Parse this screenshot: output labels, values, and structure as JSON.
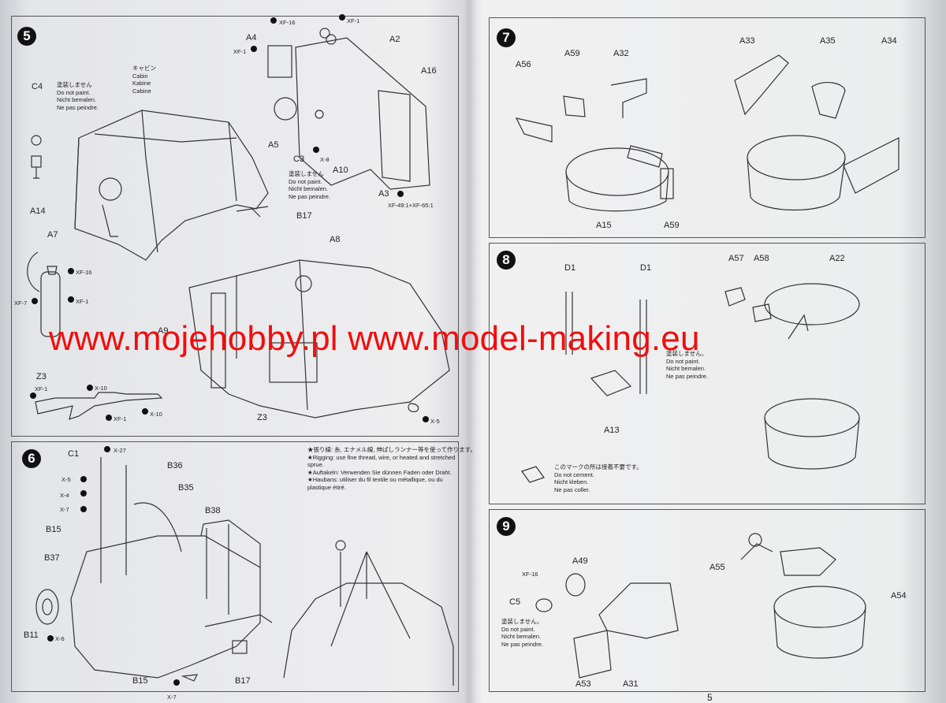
{
  "watermark": "www.mojehobby.pl www.model-making.eu",
  "page_number": "5",
  "steps": {
    "s5": {
      "num": "5"
    },
    "s6": {
      "num": "6"
    },
    "s7": {
      "num": "7"
    },
    "s8": {
      "num": "8"
    },
    "s9": {
      "num": "9"
    }
  },
  "paint_note": {
    "jp": "塗装しません",
    "en": "Do not paint.",
    "de": "Nicht bemalen.",
    "fr": "Ne pas peindre."
  },
  "paint_note_alt": {
    "jp": "塗装しません。"
  },
  "cabin_note": {
    "jp": "キャビン",
    "en": "Cabin",
    "de": "Kabine",
    "fr": "Cabine"
  },
  "rigging_note": {
    "jp1": "★張り線: 糸, エナメル線, 伸ばしランナー等を使って作ります。",
    "en1": "★Rigging: use fine thread, wire, or heated and stretched",
    "en2": "sprue.",
    "de1": "★Auftakeln: Verwenden Sie dünnen Faden oder Draht.",
    "fr1": "★Haubans: utiliser du fil textile ou métallique, ou du",
    "fr2": "plastique étiré."
  },
  "cement_note": {
    "jp": "このマークの所は接着不要です。",
    "en": "Do not cement.",
    "de": "Nicht kleben.",
    "fr": "Ne pas coller."
  },
  "paints": {
    "xf16": "XF-16",
    "xf1": "XF-1",
    "x8": "X-8",
    "x10": "X-10",
    "x5": "X-5",
    "x27": "X-27",
    "x4": "X-4",
    "x7": "X-7",
    "x6": "X-6",
    "mix": "XF-49:1+XF-65:1"
  },
  "parts": {
    "a2": "A2",
    "a3": "A3",
    "a4": "A4",
    "a5": "A5",
    "a7": "A7",
    "a8": "A8",
    "a9": "A9",
    "a10": "A10",
    "a14": "A14",
    "a15": "A15",
    "a16": "A16",
    "a22": "A22",
    "a31": "A31",
    "a32": "A32",
    "a33": "A33",
    "a34": "A34",
    "a35": "A35",
    "a49": "A49",
    "a53": "A53",
    "a54": "A54",
    "a55": "A55",
    "a56": "A56",
    "a57": "A57",
    "a58": "A58",
    "a59": "A59",
    "b11": "B11",
    "b15": "B15",
    "b17": "B17",
    "b35": "B35",
    "b36": "B36",
    "b37": "B37",
    "b38": "B38",
    "c1": "C1",
    "c3": "C3",
    "c4": "C4",
    "c5": "C5",
    "d1": "D1",
    "z3": "Z3",
    "a13": "A13"
  },
  "colors": {
    "watermark": "#f20d0d",
    "ink": "#222222",
    "paper": "#eeeeef"
  }
}
